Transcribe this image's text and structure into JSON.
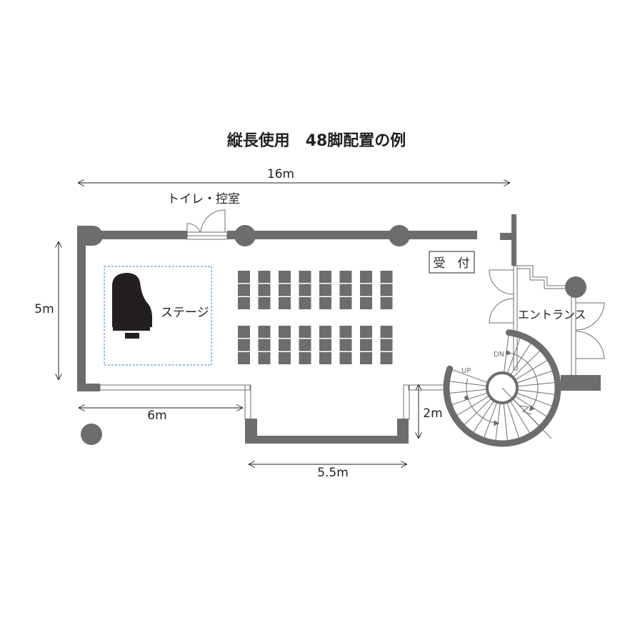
{
  "title": "縦長使用　48脚配置の例",
  "labels": {
    "toilet": "トイレ・控室",
    "stage": "ステージ",
    "reception": "受　付",
    "entrance": "エントランス",
    "up": "UP",
    "dn": "DN"
  },
  "dimensions": {
    "width_total": "16m",
    "height": "5m",
    "left_bottom": "6m",
    "alcove_width": "5.5m",
    "alcove_depth": "2m"
  },
  "chairs": {
    "total": 48,
    "blocks": 2,
    "rows_per_block": 3,
    "columns": 8
  },
  "colors": {
    "wall": "#6d6d6d",
    "stage_border": "#5b9bd5",
    "piano": "#231f20",
    "text": "#231f20"
  }
}
